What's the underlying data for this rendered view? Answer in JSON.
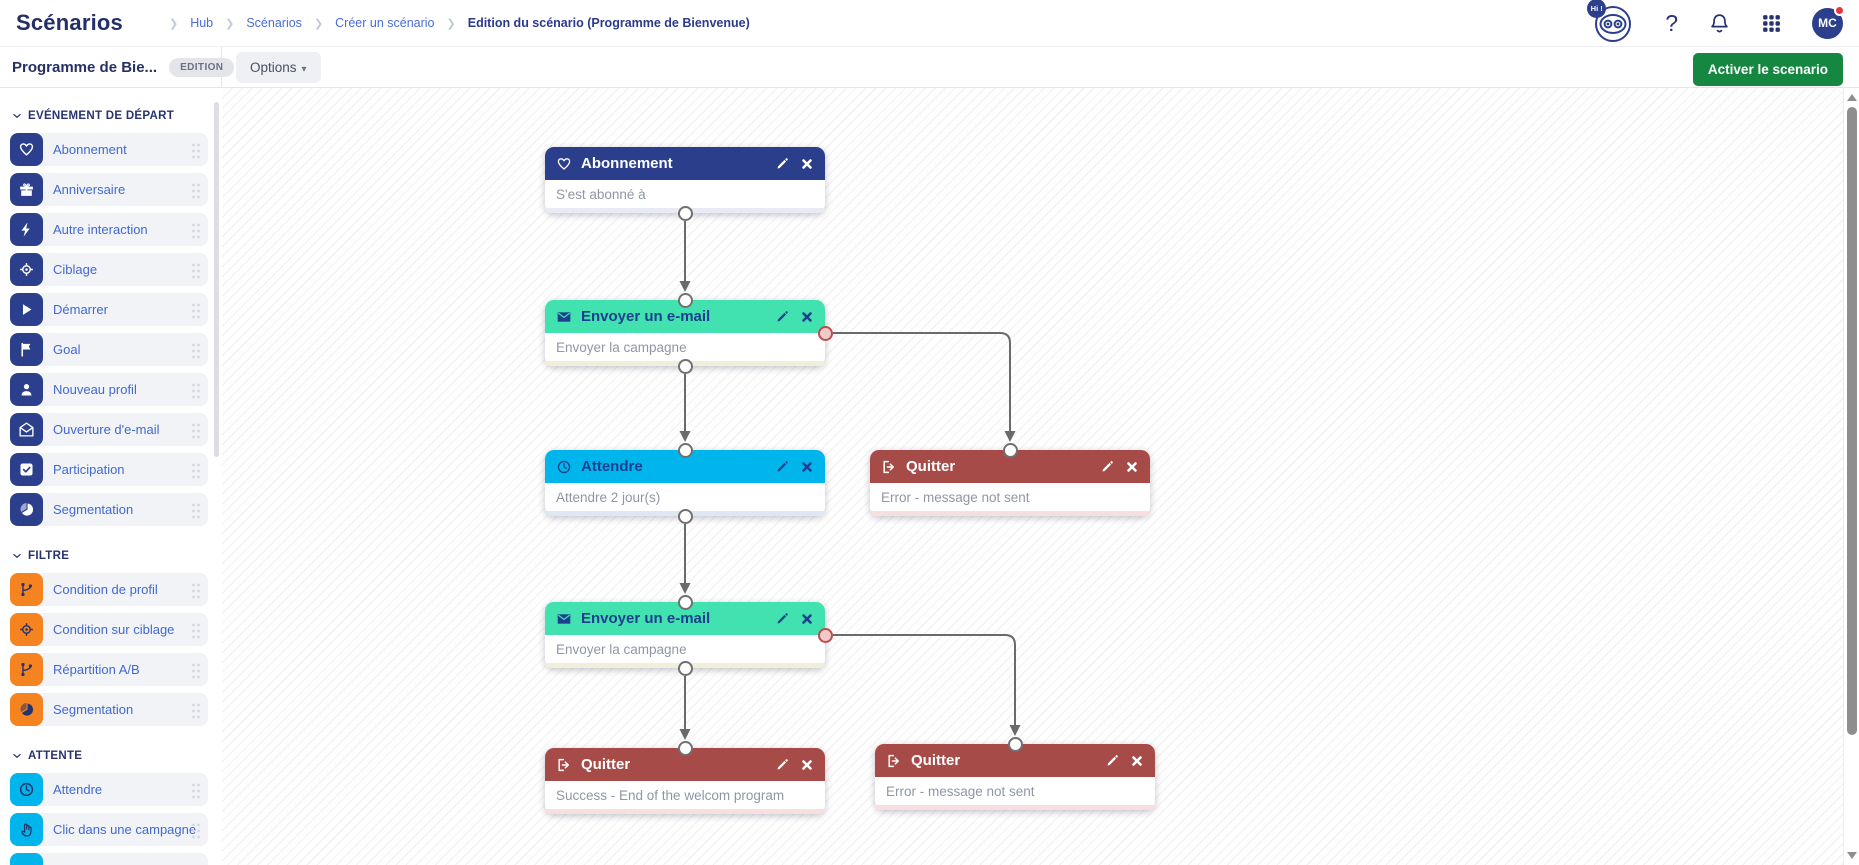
{
  "header": {
    "title": "Scénarios",
    "breadcrumb": {
      "items": [
        "Hub",
        "Scénarios",
        "Créer un scénario",
        "Edition du scénario (Programme de Bienvenue)"
      ]
    },
    "assistant_badge": "Hi !",
    "avatar_initials": "MC"
  },
  "toolbar": {
    "scenario_name": "Programme de Bie...",
    "status_badge": "EDITION",
    "options_label": "Options",
    "activate_label": "Activer le scenario"
  },
  "sidebar": {
    "sections": [
      {
        "title": "EVÉNEMENT DE DÉPART",
        "tile_color": "#2b3f8c",
        "items": [
          {
            "label": "Abonnement",
            "icon": "heart-icon"
          },
          {
            "label": "Anniversaire",
            "icon": "gift-icon"
          },
          {
            "label": "Autre interaction",
            "icon": "lightning-icon"
          },
          {
            "label": "Ciblage",
            "icon": "target-icon"
          },
          {
            "label": "Démarrer",
            "icon": "play-icon"
          },
          {
            "label": "Goal",
            "icon": "flag-icon"
          },
          {
            "label": "Nouveau profil",
            "icon": "user-icon"
          },
          {
            "label": "Ouverture d'e-mail",
            "icon": "mail-open-icon"
          },
          {
            "label": "Participation",
            "icon": "checkbox-icon"
          },
          {
            "label": "Segmentation",
            "icon": "pie-chart-icon"
          }
        ]
      },
      {
        "title": "FILTRE",
        "tile_color": "#f5831f",
        "items": [
          {
            "label": "Condition de profil",
            "icon": "branch-icon"
          },
          {
            "label": "Condition sur ciblage",
            "icon": "target-icon"
          },
          {
            "label": "Répartition A/B",
            "icon": "branch-icon"
          },
          {
            "label": "Segmentation",
            "icon": "pie-chart-icon"
          }
        ]
      },
      {
        "title": "ATTENTE",
        "tile_color": "#00b4ec",
        "items": [
          {
            "label": "Attendre",
            "icon": "clock-icon"
          },
          {
            "label": "Clic dans une campagne",
            "icon": "click-icon"
          },
          {
            "label": "",
            "icon": "clipped-partial-item"
          }
        ]
      }
    ]
  },
  "canvas": {
    "nodes": [
      {
        "title": "Abonnement",
        "subtitle": "S'est abonné à",
        "icon": "heart-icon",
        "header_color": "#2b3e8c"
      },
      {
        "title": "Envoyer un e-mail",
        "subtitle": "Envoyer la campagne",
        "icon": "envelope-icon",
        "header_color": "#41e2af"
      },
      {
        "title": "Attendre",
        "subtitle": "Attendre 2 jour(s)",
        "icon": "clock-icon",
        "header_color": "#00b5ec"
      },
      {
        "title": "Quitter",
        "subtitle": "Error - message not sent",
        "icon": "exit-icon",
        "header_color": "#a74b49"
      },
      {
        "title": "Envoyer un e-mail",
        "subtitle": "Envoyer la campagne",
        "icon": "envelope-icon",
        "header_color": "#41e2af"
      },
      {
        "title": "Quitter",
        "subtitle": "Success - End of the welcom program",
        "icon": "exit-icon",
        "header_color": "#a74b49"
      },
      {
        "title": "Quitter",
        "subtitle": "Error - message not sent",
        "icon": "exit-icon",
        "header_color": "#a74b49"
      }
    ],
    "edges": [
      {
        "from": 0,
        "to": 1,
        "type": "next"
      },
      {
        "from": 1,
        "to": 3,
        "type": "error"
      },
      {
        "from": 1,
        "to": 2,
        "type": "next"
      },
      {
        "from": 2,
        "to": 4,
        "type": "next"
      },
      {
        "from": 4,
        "to": 6,
        "type": "error"
      },
      {
        "from": 4,
        "to": 5,
        "type": "next"
      }
    ]
  },
  "colors": {
    "brand_navy": "#2b3f8c",
    "link_blue": "#4269cd",
    "filter_orange": "#f5831f",
    "wait_cyan": "#00b4ec",
    "node_green": "#41e2af",
    "node_red": "#a74b49",
    "activate_green": "#158741",
    "error_connector": "#b5504c"
  }
}
